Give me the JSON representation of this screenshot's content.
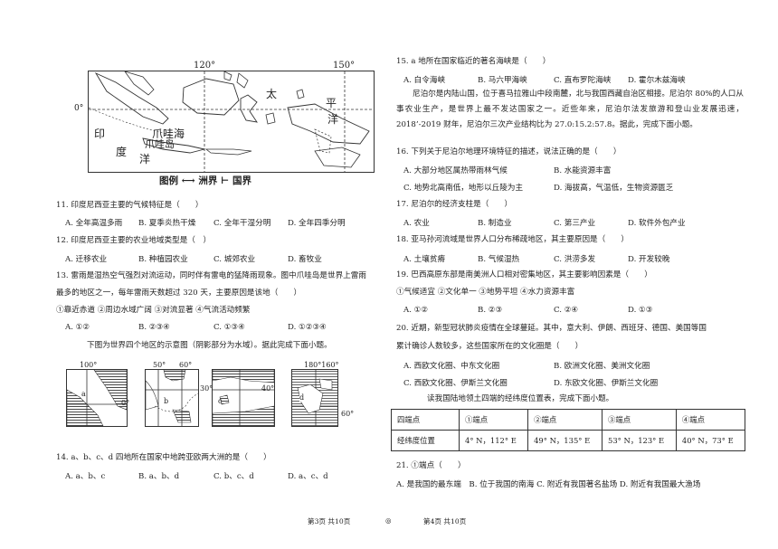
{
  "left": {
    "map1": {
      "lon1": "120°",
      "lon2": "150°",
      "lat": "0°",
      "label_tai": "太",
      "label_ping": "平",
      "label_yang": "洋",
      "label_yin": "印",
      "label_du": "度",
      "label_yang2": "洋",
      "label_javasea": "爪哇海",
      "label_java": "爪哇岛",
      "legend": "图例 ⟷ 洲界 ⊢ 国界"
    },
    "q11": {
      "stem": "11. 印度尼西亚主要的气候特征是（　　）",
      "a": "A. 全年高温多雨",
      "b": "B. 夏季炎热干燥",
      "c": "C. 全年干湿分明",
      "d": "D. 全年四季分明"
    },
    "q12": {
      "stem": "12. 印度尼西亚主要的农业地域类型是（　）",
      "a": "A. 迁移农业",
      "b": "B. 种植园农业",
      "c": "C. 城郊农业",
      "d": "D. 畜牧业"
    },
    "q13": {
      "line1": "13. 雷雨是湿热空气强烈对流运动，同时伴有雷电的猛降雨现象。图中爪哇岛是世界上雷雨",
      "line2": "最多的地区之一，每年雷雨天数超过 320 天，主要原因是该地（　　）",
      "line3": "①靠近赤道 ②周边水域广阔 ③对流显著 ④气流活动频繁",
      "a": "A. ①②",
      "b": "B. ②③④",
      "c": "C. ①③④",
      "d": "D. ①②③④"
    },
    "intro4": "下图为世界四个地区的示意图（阴影部分为水域）。据此完成下面小题。",
    "maps4": {
      "m1_lon": "100°",
      "m1_lat": "0°",
      "m1_label": "a",
      "m2_lon1": "50°",
      "m2_lon2": "60°",
      "m2_lat": "30°",
      "m2_label": "b",
      "m3_lat": "40°",
      "m3_label": "c",
      "m4_lon": "180°160°",
      "m4_lat": "60°",
      "m4_label": "d"
    },
    "q14": {
      "stem": "14. a、b、c、d 四地所在国家中地跨亚欧两大洲的是（　　）",
      "a": "A. a、b、c",
      "b": "B. a、b、d",
      "c": "C. b、c、d",
      "d": "D. a、c、d"
    }
  },
  "right": {
    "q15": {
      "stem": "15. a 地所在国家临近的著名海峡是（　　）",
      "a": "A. 白令海峡",
      "b": "B. 马六甲海峡",
      "c": "C. 直布罗陀海峡",
      "d": "D. 霍尔木兹海峡"
    },
    "nepal": "尼泊尔是内陆山国，位于喜马拉雅山中段南麓，北与我国西藏自治区相接。尼泊尔 80%的人口从事农业生产，是世界上最不发达国家之一。近些年来，尼泊尔法发旅游和登山业发展迅速，2018’-2019 财年，尼泊尔三次产业结构比为 27.0:15.2:57.8。据此，完成下面小题。",
    "q16": {
      "stem": "16. 下列关于尼泊尔地理环境特征的描述，说法正确的是（　　）",
      "a": "A. 大部分地区属热带雨林气候",
      "b": "B. 水能资源丰富",
      "c": "C. 地势北高南低，地形以丘陵为主",
      "d": "D. 海拔高，气温低，生物资源匮乏"
    },
    "q17": {
      "stem": "17. 尼泊尔的经济支柱是（　　）",
      "a": "A. 农业",
      "b": "B. 制造业",
      "c": "C. 第三产业",
      "d": "D. 软件外包产业"
    },
    "q18": {
      "stem": "18. 亚马孙河流域是世界人口分布稀疏地区，其主要原因是（　　）",
      "a": "A. 土壤贫瘠",
      "b": "B. 气候湿热",
      "c": "C. 洪涝多发",
      "d": "D. 开发较晚"
    },
    "q19": {
      "stem": "19. 巴西高原东部是南美洲人口相对密集地区，其主要影响因素是（　　）",
      "line2": "①气候适宜 ②文化单一 ③地势平坦 ④水力资源丰富",
      "a": "A. ①②",
      "b": "B. ②③",
      "c": "C. ②④",
      "d": "D. ①③"
    },
    "q20": {
      "line1": "20. 近期，新型冠状肺炎疫情在全球蔓延。其中，意大利、伊朗、西班牙、德国、美国等国",
      "line2": "累计确诊人数较多，这些国家所在的文化圈是（　　）",
      "a": "A. 西欧文化圈、中东文化圈",
      "b": "B. 欧洲文化圈、美洲文化圈",
      "c": "C. 西欧文化圈、伊斯兰文化圈",
      "d": "D. 东欧文化圈、伊斯兰文化圈"
    },
    "intro_table": "读我国陆地领土四端的经纬度位置表，完成下面小题。",
    "table": {
      "h0": "四端点",
      "h1": "①端点",
      "h2": "②端点",
      "h3": "③端点",
      "h4": "④端点",
      "r0": "经纬度位置",
      "r1": "4° N，112° E",
      "r2": "49° N，135° E",
      "r3": "53° N，123° E",
      "r4": "40° N，73° E"
    },
    "q21": {
      "stem": "21. ①端点（　　）",
      "opts": "A. 是我国的最东端　B. 位于我国的南海 C. 附近有我国著名盐场 D. 附近有我国最大渔场"
    }
  },
  "footer": {
    "left": "第3页 共10页",
    "mid": "◎",
    "right": "第4页 共10页"
  }
}
